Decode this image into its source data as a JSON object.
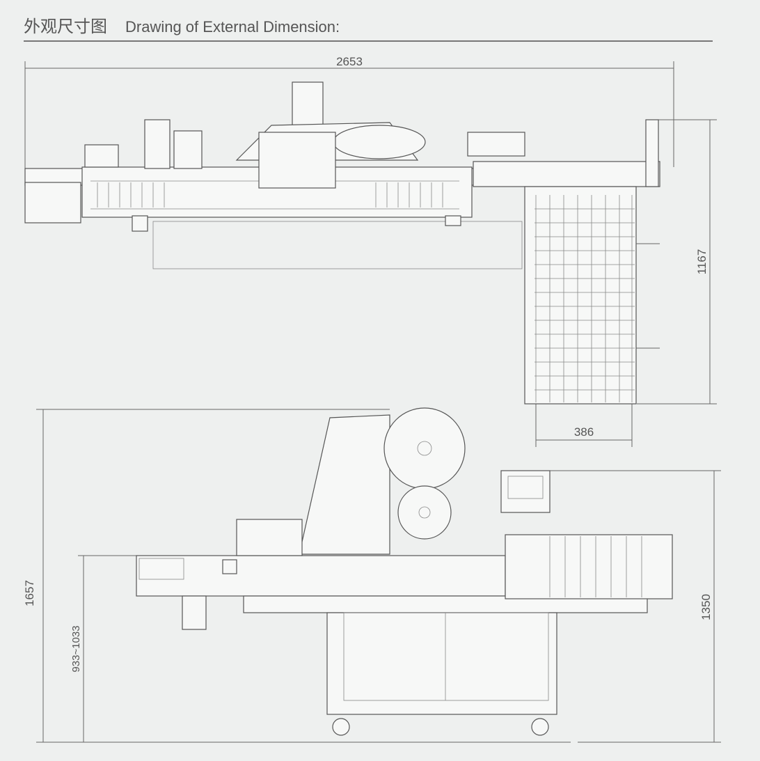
{
  "header": {
    "title_cn": "外观尺寸图",
    "title_en": "Drawing of External Dimension:"
  },
  "dimensions": {
    "top_view": {
      "overall_length": "2653",
      "overall_width": "1167",
      "conveyor_width": "386"
    },
    "front_view": {
      "overall_height": "1657",
      "working_height": "933~1033",
      "conveyor_height": "1350"
    }
  }
}
